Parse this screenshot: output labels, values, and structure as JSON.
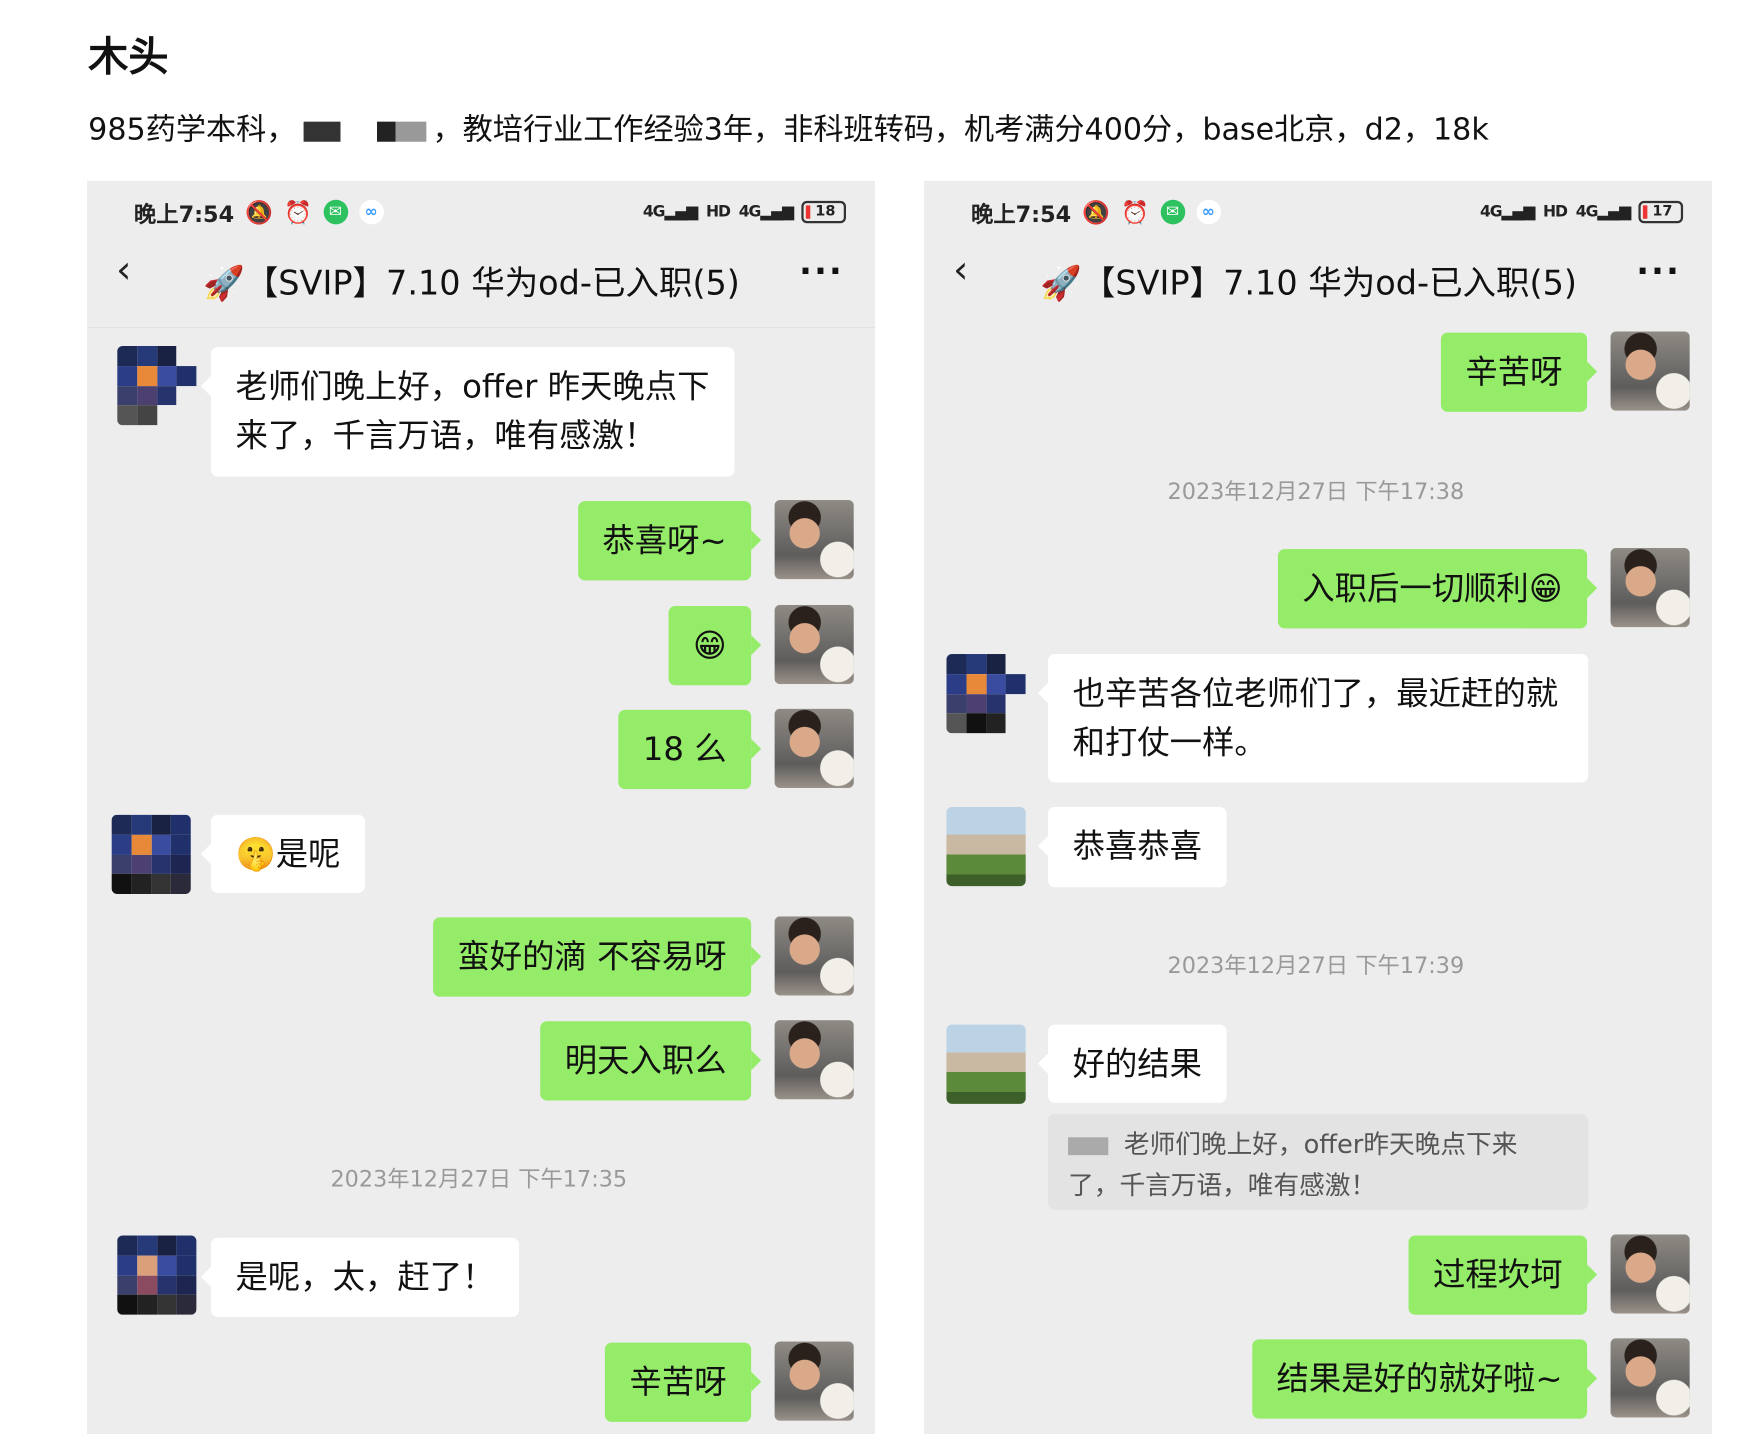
{
  "post": {
    "author": "木头",
    "summary": "985药学本科，教培行业工作经验3年，非科班转码，机考满分400分，base北京，d2，18k",
    "summary_before": "985药学本科，",
    "summary_after": "，教培行业工作经验3年，非科班转码，机考满分400分，base北京，d2，18k"
  },
  "left": {
    "status": {
      "time": "晚上7:54",
      "battery": "18",
      "net1": "4G",
      "hd": "HD",
      "net2": "4G"
    },
    "header": {
      "title": "🚀【SVIP】7.10 华为od-已入职(5)",
      "back": "‹",
      "more": "···"
    },
    "messages": [
      {
        "from": "other",
        "text": "老师们晚上好，offer 昨天晚点下",
        "text2": "来了，千言万语，唯有感激！"
      },
      {
        "from": "me",
        "text": "恭喜呀~"
      },
      {
        "from": "me",
        "text": "😁"
      },
      {
        "from": "me",
        "text": "18 么"
      },
      {
        "from": "other",
        "text": "🤫是呢"
      },
      {
        "from": "me",
        "text": "蛮好的滴 不容易呀"
      },
      {
        "from": "me",
        "text": "明天入职么"
      },
      {
        "timestamp": "2023年12月27日 下午17:35"
      },
      {
        "from": "other",
        "text": "是呢，太，赶了！"
      },
      {
        "from": "me",
        "text": "辛苦呀"
      }
    ]
  },
  "right": {
    "status": {
      "time": "晚上7:54",
      "battery": "17",
      "net1": "4G",
      "hd": "HD",
      "net2": "4G"
    },
    "header": {
      "title": "🚀【SVIP】7.10 华为od-已入职(5)",
      "back": "‹",
      "more": "···"
    },
    "messages": [
      {
        "from": "me",
        "text": "辛苦呀"
      },
      {
        "timestamp": "2023年12月27日 下午17:38"
      },
      {
        "from": "me",
        "text": "入职后一切顺利😁"
      },
      {
        "from": "other",
        "text": "也辛苦各位老师们了，最近赶的就",
        "text2": "和打仗一样。"
      },
      {
        "from": "other",
        "text": "恭喜恭喜"
      },
      {
        "timestamp": "2023年12月27日 下午17:39"
      },
      {
        "from": "other",
        "text": "好的结果"
      },
      {
        "quote": "老师们晚上好，offer昨天晚点下来",
        "quote2": "了，千言万语，唯有感激！"
      },
      {
        "from": "me",
        "text": "过程坎坷"
      },
      {
        "from": "me",
        "text": "结果是好的就好啦~"
      }
    ]
  }
}
